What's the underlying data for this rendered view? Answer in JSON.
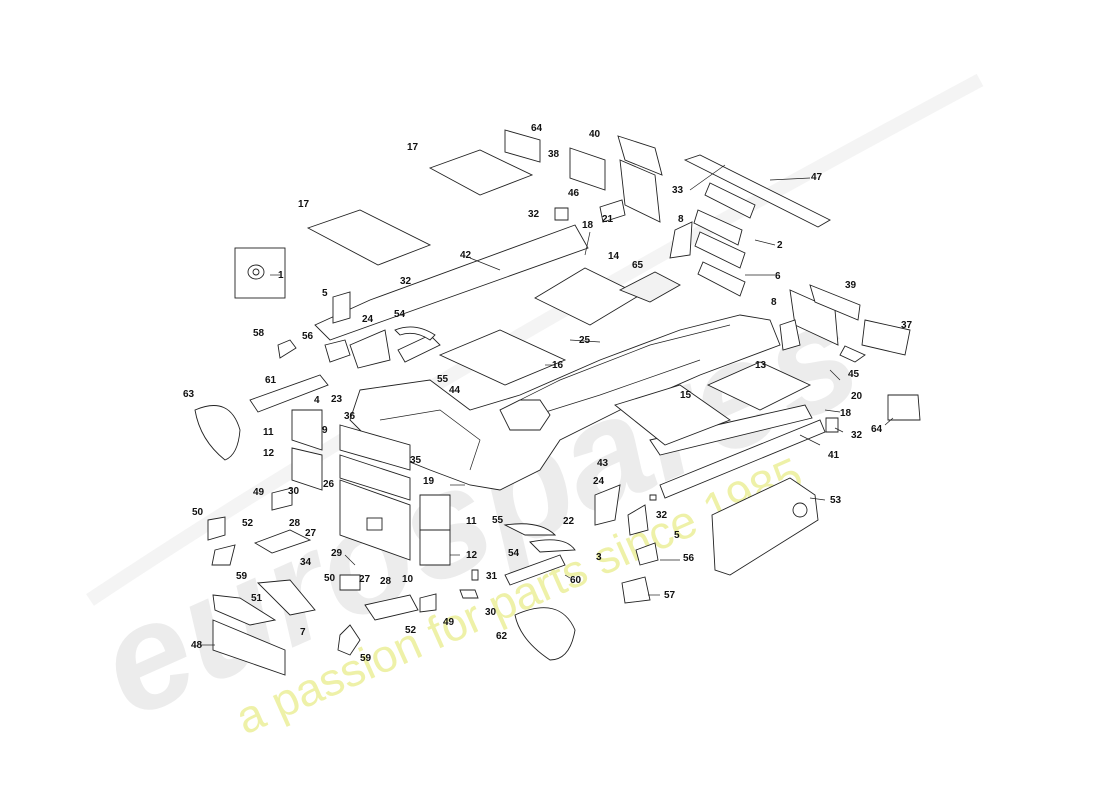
{
  "watermark": {
    "logo_text": "eurospares",
    "tagline": "a passion for parts since 1985",
    "logo_color": "#e6e6e6",
    "tagline_color": "#eef08a"
  },
  "callouts": [
    "1",
    "2",
    "3",
    "4",
    "5",
    "6",
    "7",
    "8",
    "9",
    "10",
    "11",
    "12",
    "13",
    "14",
    "15",
    "16",
    "17",
    "18",
    "19",
    "20",
    "21",
    "22",
    "23",
    "24",
    "25",
    "26",
    "27",
    "28",
    "29",
    "30",
    "31",
    "32",
    "33",
    "34",
    "35",
    "36",
    "37",
    "38",
    "39",
    "40",
    "41",
    "42",
    "43",
    "44",
    "45",
    "46",
    "47",
    "48",
    "49",
    "50",
    "51",
    "52",
    "53",
    "54",
    "55",
    "56",
    "57",
    "58",
    "59",
    "60",
    "61",
    "62",
    "63",
    "64",
    "65"
  ]
}
